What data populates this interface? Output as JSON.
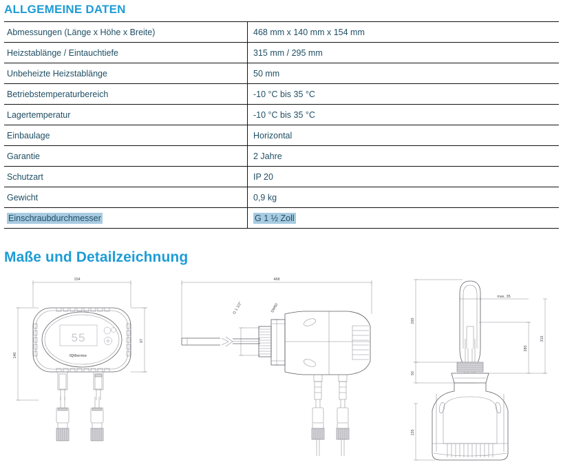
{
  "headings": {
    "general": "ALLGEMEINE DATEN",
    "dimensions": "Maße und Detailzeichnung"
  },
  "colors": {
    "heading_blue": "#1d9cd6",
    "text_blue": "#1f4e63",
    "selection_highlight": "#a8cbe2",
    "rule": "#111111"
  },
  "spec_table": {
    "rows": [
      {
        "label": "Abmessungen (Länge x Höhe x Breite)",
        "value": "468 mm x 140 mm x 154 mm",
        "highlighted": false
      },
      {
        "label": "Heizstablänge / Eintauchtiefe",
        "value": "315 mm / 295 mm",
        "highlighted": false
      },
      {
        "label": "Unbeheizte Heizstablänge",
        "value": "50 mm",
        "highlighted": false
      },
      {
        "label": "Betriebstemperaturbereich",
        "value": "-10 °C bis 35 °C",
        "highlighted": false
      },
      {
        "label": "Lagertemperatur",
        "value": "-10 °C bis 35 °C",
        "highlighted": false
      },
      {
        "label": "Einbaulage",
        "value": "Horizontal",
        "highlighted": false
      },
      {
        "label": "Garantie",
        "value": "2 Jahre",
        "highlighted": false
      },
      {
        "label": "Schutzart",
        "value": "IP 20",
        "highlighted": false
      },
      {
        "label": "Gewicht",
        "value": "0,9 kg",
        "highlighted": false
      },
      {
        "label": "Einschraubdurchmesser",
        "value": "G 1 ½ Zoll",
        "highlighted": true
      }
    ]
  },
  "drawings": {
    "front_view": {
      "name": "front-view",
      "dimensions": {
        "width_top": "154",
        "height_left": "140",
        "height_right": "97"
      },
      "display_value": "55",
      "brand_label": "IQthermo"
    },
    "side_view": {
      "name": "side-view",
      "dimensions": {
        "total_length": "468",
        "thread": "G 1 1/2\"",
        "wrench_size": "SW60"
      }
    },
    "section_view": {
      "name": "section-view",
      "dimensions": {
        "left_upper": "295",
        "left_mid": "50",
        "left_lower": "135",
        "right_top": "max. 35",
        "right_inner": "280",
        "right_outer": "315"
      }
    }
  }
}
